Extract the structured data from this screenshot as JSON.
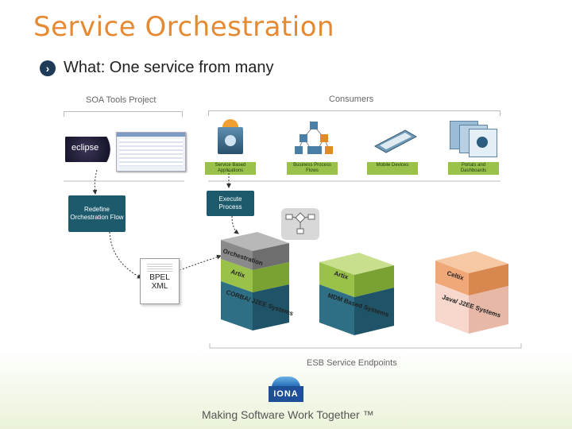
{
  "title": "Service Orchestration",
  "bullet": {
    "label": "What",
    "text": ": One service from many"
  },
  "sections": {
    "soa_tools": "SOA Tools Project",
    "consumers": "Consumers",
    "endpoints": "ESB Service Endpoints"
  },
  "eclipse_logo": "eclipse",
  "consumers": [
    {
      "label": "Service Based Applications",
      "icon": "service-app-icon"
    },
    {
      "label": "Business Process Flows",
      "icon": "process-flow-icon"
    },
    {
      "label": "Mobile Devices",
      "icon": "mobile-device-icon"
    },
    {
      "label": "Portals and Dashboards",
      "icon": "portal-icon"
    }
  ],
  "boxes": {
    "redefine": "Redefine Orchestration Flow",
    "execute": "Execute Process"
  },
  "bpel_doc": {
    "line1": "BPEL",
    "line2": "XML"
  },
  "stacks": {
    "s1": {
      "top": "Orchestration",
      "mid": "Artix",
      "bot": "CORBA/ J2EE Systems"
    },
    "s2": {
      "mid": "Artix",
      "bot": "MDM Based Systems"
    },
    "s3": {
      "mid": "Celtix",
      "bot": "Java/ J2EE Systems"
    }
  },
  "colors": {
    "title": "#e58a32",
    "green_layer": "#9ac24a",
    "blue_layer": "#2f6f86",
    "orange_layer": "#f0a878",
    "grey_layer": "#8a8a8a"
  },
  "footer": {
    "logo": "IONA",
    "tagline": "Making Software Work Together ™"
  }
}
